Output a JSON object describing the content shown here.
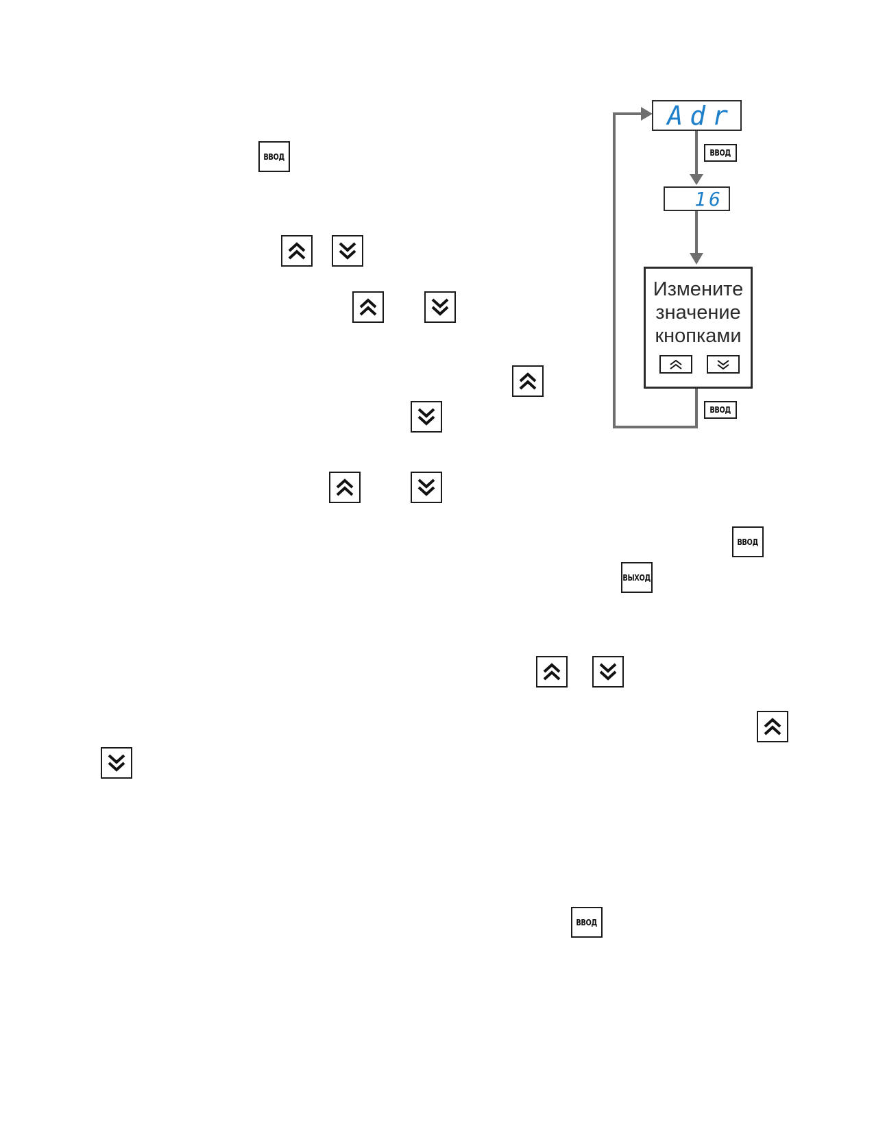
{
  "inline_buttons": {
    "enter_label": "ВВОД",
    "exit_label": "ВЫХОД"
  },
  "diagram": {
    "display_parameter": "Adr",
    "display_value": "16",
    "prompt_lines": [
      "Измените",
      "значение",
      "кнопками"
    ],
    "enter_label": "ВВОД"
  },
  "colors": {
    "display_text": "#1d7fc9",
    "arrow": "#6f6f6f",
    "border": "#2b2b2b"
  },
  "icons": {
    "up": "double-chevron-up-icon",
    "down": "double-chevron-down-icon"
  }
}
